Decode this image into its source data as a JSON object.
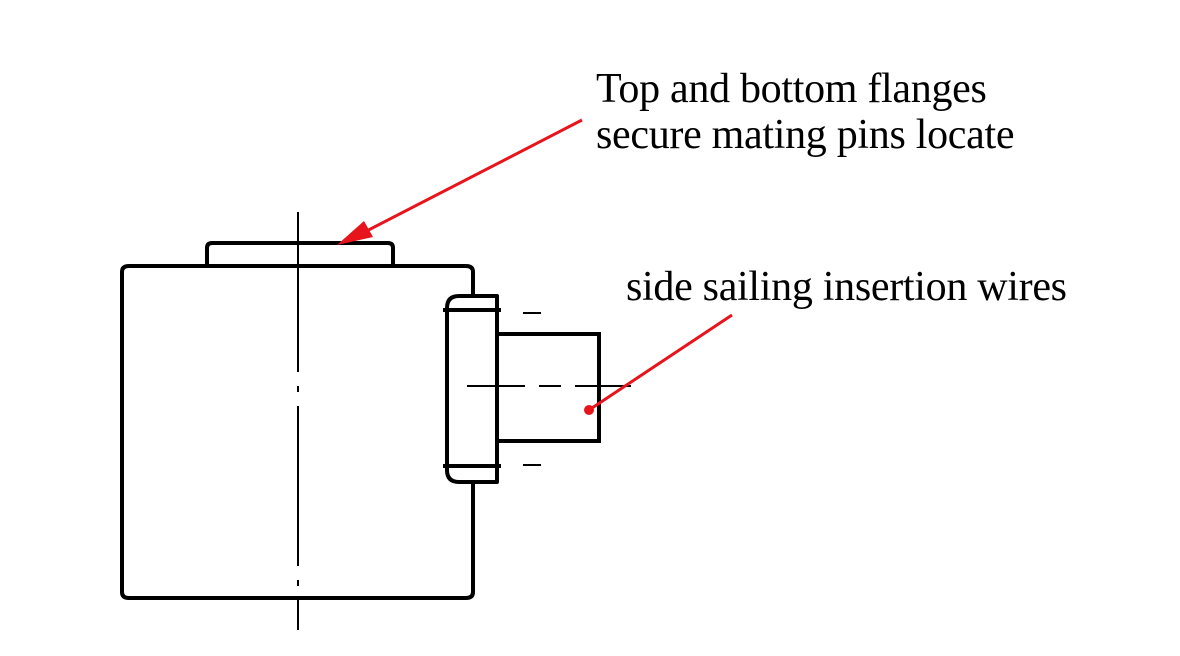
{
  "diagram": {
    "callouts": {
      "top_flange": {
        "line1": "Top and bottom flanges",
        "line2": "secure mating pins locate"
      },
      "side_wires": {
        "text": "side sailing insertion wires"
      }
    },
    "colors": {
      "outline": "#000000",
      "leader": "#e8141c",
      "background": "#ffffff"
    }
  }
}
